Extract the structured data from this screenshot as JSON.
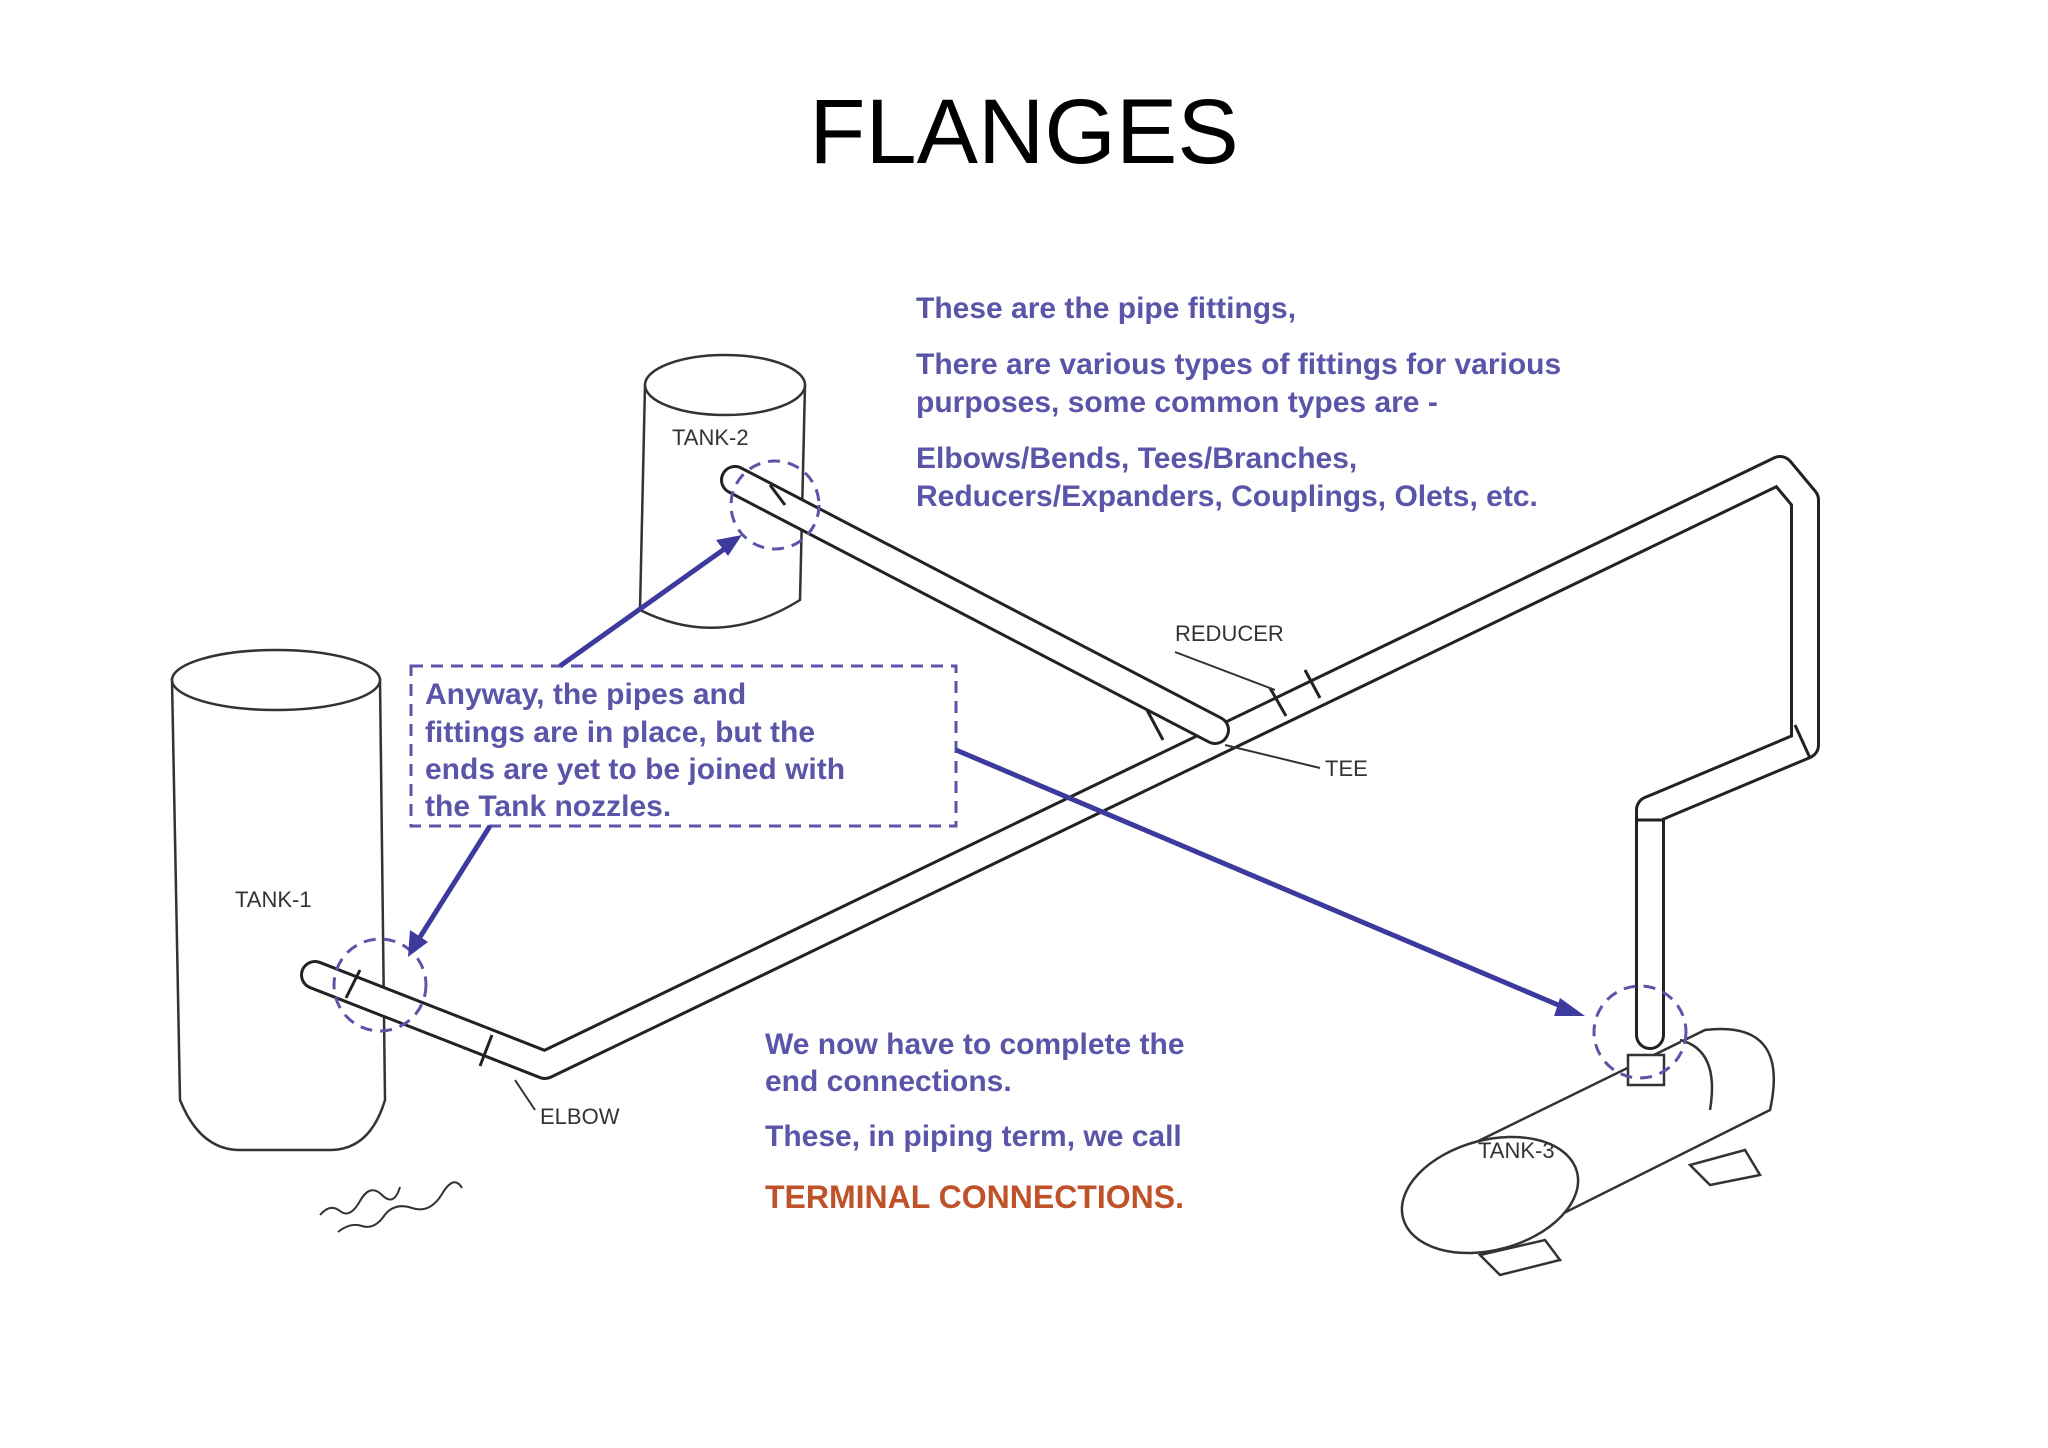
{
  "title": "FLANGES",
  "callout_top": {
    "line1": "These are the pipe fittings,",
    "line2": "There are various types of fittings for various",
    "line3": "purposes, some common types are -",
    "line4": "Elbows/Bends, Tees/Branches,",
    "line5": "Reducers/Expanders, Couplings, Olets, etc."
  },
  "callout_box": {
    "line1": "Anyway, the pipes and",
    "line2": "fittings are in place, but the",
    "line3": "ends are yet to be joined with",
    "line4": "the Tank nozzles."
  },
  "callout_bottom": {
    "line1": "We now have to complete the",
    "line2": "end connections.",
    "line3": "These, in piping term, we call",
    "line4": "TERMINAL CONNECTIONS."
  },
  "labels": {
    "tank1": "TANK-1",
    "tank2": "TANK-2",
    "tank3": "TANK-3",
    "reducer": "REDUCER",
    "tee": "TEE",
    "elbow": "ELBOW"
  },
  "colors": {
    "callout_text": "#5a55a8",
    "arrow": "#3d3a9e",
    "terminal_text": "#c0522a"
  }
}
